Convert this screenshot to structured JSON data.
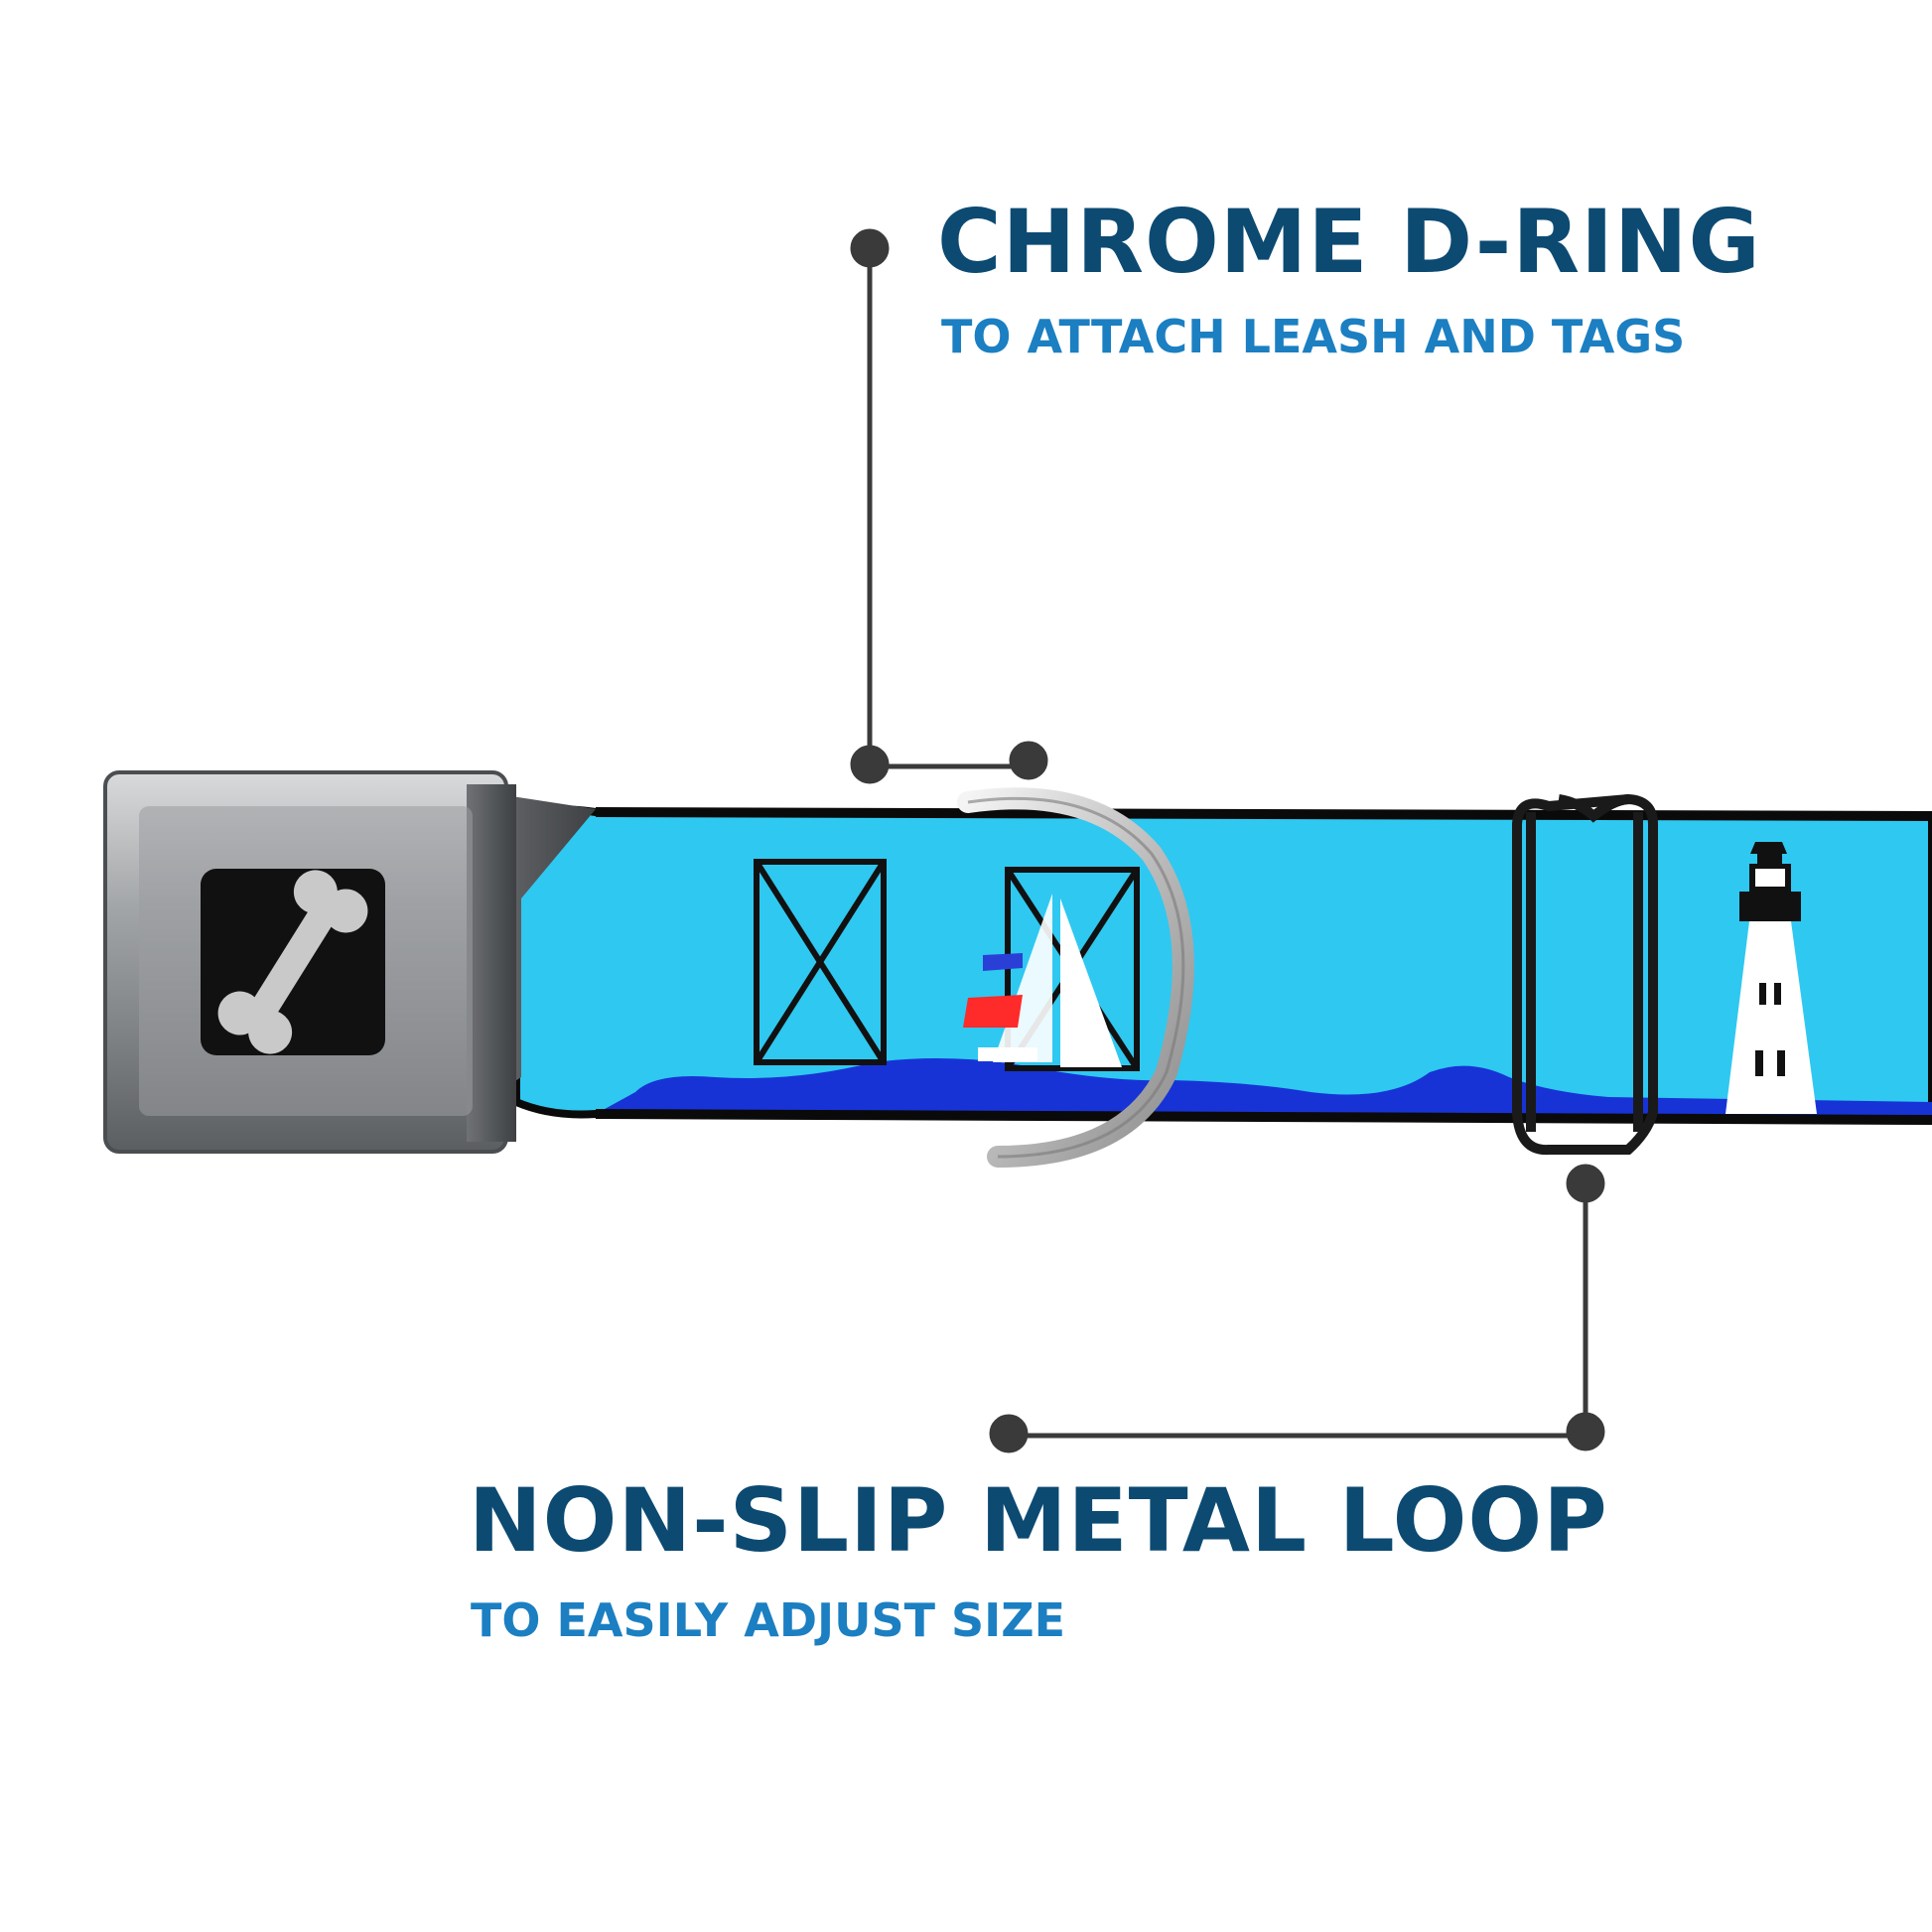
{
  "callouts": {
    "d_ring": {
      "title": "CHROME D-RING",
      "subtitle": "TO ATTACH LEASH AND TAGS"
    },
    "metal_loop": {
      "title": "NON-SLIP METAL LOOP",
      "subtitle": "TO EASILY ADJUST SIZE"
    }
  },
  "icons": {
    "buckle_logo": "bone-icon",
    "leader_marker": "dot-icon"
  },
  "colors": {
    "title": "#0c4a72",
    "subtitle": "#1b7fc2",
    "leader_line": "#3a3a3a",
    "strap_sky": "#2fc8f0",
    "strap_sea": "#1733d6",
    "strap_edge": "#0a0a0a",
    "buckle_metal": "#8a8d90",
    "buckle_face": "#111111",
    "d_ring": "#c8c8c8",
    "slider_loop": "#1a1a1a"
  }
}
